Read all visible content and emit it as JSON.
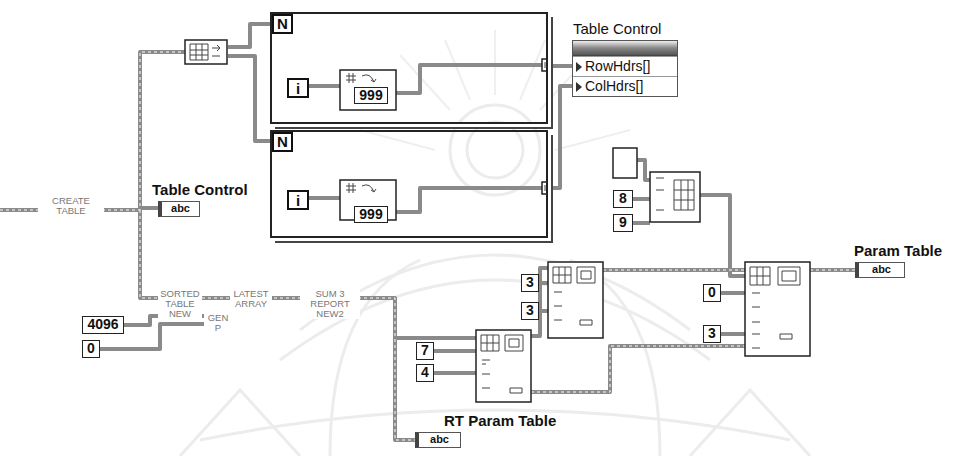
{
  "diagram": {
    "nodes": [
      {
        "text": [
          "N"
        ]
      },
      {
        "text": [
          "i"
        ],
        "in": 0
      },
      {
        "text": [
          "999"
        ],
        "in": 0
      },
      {
        "text": [
          "N"
        ]
      },
      {
        "text": [
          "i"
        ],
        "in": 3
      },
      {
        "text": [
          "999"
        ],
        "in": 3
      },
      {
        "text": [
          "Table Control",
          "RowHdrs[]",
          "ColHdrs[]"
        ]
      },
      {
        "text": [
          "Table Control",
          "abc"
        ]
      },
      {
        "text": [
          "Param Table",
          "abc"
        ]
      },
      {
        "text": [
          "RT Param Table",
          "abc"
        ]
      },
      {
        "text": [
          "4096"
        ]
      },
      {
        "text": [
          "0"
        ]
      },
      {
        "text": [
          "7"
        ]
      },
      {
        "text": [
          "4"
        ]
      },
      {
        "text": [
          "3"
        ]
      },
      {
        "text": [
          "3"
        ]
      },
      {
        "text": [
          "0"
        ]
      },
      {
        "text": [
          "3"
        ]
      },
      {
        "text": [
          "8"
        ]
      },
      {
        "text": [
          "9"
        ]
      }
    ],
    "edges": [
      {
        "from": 0,
        "to": 6,
        "arrow": "none"
      },
      {
        "from": 3,
        "to": 6,
        "arrow": "none"
      }
    ],
    "labels": [
      "CREATE TABLE",
      "SORTED TABLE NEW",
      "LATEST ARRAY",
      "SUM 3 REPORT NEW2",
      "GEN P"
    ]
  }
}
